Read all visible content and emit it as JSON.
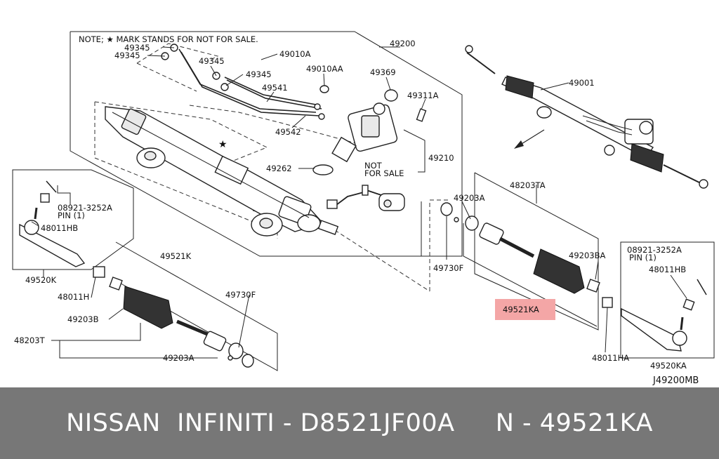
{
  "diagram": {
    "note": "NOTE; ★ MARK STANDS FOR NOT FOR SALE.",
    "labels": {
      "p49200": "49200",
      "p49345_a": "49345",
      "p49345_b": "49345",
      "p49345_c": "49345",
      "p49345_d": "49345",
      "p49010A": "49010A",
      "p49010AA": "49010AA",
      "p49369": "49369",
      "p49541": "49541",
      "p49542": "49542",
      "p49311A": "49311A",
      "p49210": "49210",
      "p49262": "49262",
      "not_for": "NOT",
      "for_sale": "FOR SALE",
      "p49001": "49001",
      "p48203TA": "48203TA",
      "p49203A_top": "49203A",
      "p49203BA": "49203BA",
      "p49730F_top": "49730F",
      "p49521KA": "49521KA",
      "p48011HA": "48011HA",
      "p49520KA": "49520KA",
      "pin_left": "08921-3252A",
      "pin_left_2": "PIN (1)",
      "p48011HB_left": "48011HB",
      "p49520K": "49520K",
      "p49521K": "49521K",
      "p48011H": "48011H",
      "p49203B": "49203B",
      "p48203T": "48203T",
      "p49730F_bottom": "49730F",
      "p49203A_bottom": "49203A",
      "pin_right": "08921-3252A",
      "pin_right_2": "PIN (1)",
      "p48011HB_right": "48011HB",
      "code": "J49200MB"
    },
    "highlight_color": "#f4a6a6"
  },
  "footer": {
    "text": "NISSAN  INFINITI - D8521JF00A     N - 49521KA"
  },
  "colors": {
    "footer_bg": "#777777",
    "footer_text": "#ffffff",
    "highlight": "#f4a6a6"
  }
}
